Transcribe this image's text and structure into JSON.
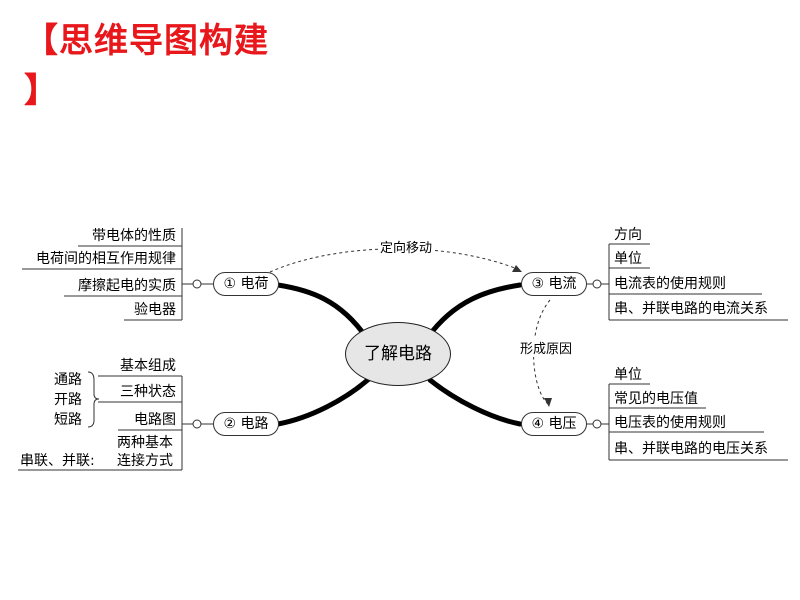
{
  "heading": {
    "line1": "【思维导图构建",
    "line2": "】"
  },
  "center_topic": "了解电路",
  "nodes": {
    "charge": "① 电荷",
    "circuit": "② 电路",
    "current": "③ 电流",
    "voltage": "④ 电压"
  },
  "edges": {
    "charge_to_current": "定向移动",
    "voltage_to_current": "形成原因"
  },
  "charge_items": [
    "带电体的性质",
    "电荷间的相互作用规律",
    "摩擦起电的实质",
    "验电器"
  ],
  "circuit_items": {
    "basic_composition": "基本组成",
    "three_states": "三种状态",
    "states": [
      "通路",
      "开路",
      "短路"
    ],
    "diagram": "电路图",
    "connection_line1": "两种基本",
    "connection_line2": "连接方式",
    "connection_types": "串联、并联:"
  },
  "current_items": [
    "方向",
    "单位",
    "电流表的使用规则",
    "串、并联电路的电流关系"
  ],
  "voltage_items": [
    "单位",
    "常见的电压值",
    "电压表的使用规则",
    "串、并联电路的电压关系"
  ]
}
